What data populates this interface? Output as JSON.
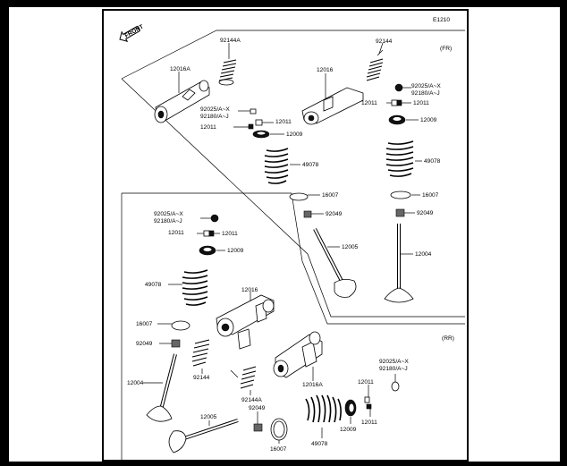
{
  "diagram": {
    "code": "E1210",
    "front_label": "FRONT",
    "section_front": "(FR)",
    "section_rear": "(RR)",
    "callouts": {
      "fr_92144A": "92144A",
      "fr_92144": "92144",
      "fr_12016A": "12016A",
      "fr_12016": "12016",
      "fr_92025_a": "92025/A~X",
      "fr_92180_a": "92180/A~J",
      "fr_12011_a": "12011",
      "fr_12011_b": "12011",
      "fr_12009_a": "12009",
      "fr_49078_a": "49078",
      "fr_16007_a": "16007",
      "fr_92049_a": "92049",
      "fr_12005": "12005",
      "fr_92025_b": "92025/A~X",
      "fr_92180_b": "92180/A~J",
      "fr_12011_c": "12011",
      "fr_12011_d": "12011",
      "fr_12009_b": "12009",
      "fr_49078_b": "49078",
      "fr_16007_b": "16007",
      "fr_92049_b": "92049",
      "fr_12004": "12004",
      "rr_92025_a": "92025/A~X",
      "rr_92180_a": "92180/A~J",
      "rr_12011_a": "12011",
      "rr_12011_b": "12011",
      "rr_12009_a": "12009",
      "rr_49078_a": "49078",
      "rr_16007_a": "16007",
      "rr_92049_a": "92049",
      "rr_12004": "12004",
      "rr_12016": "12016",
      "rr_92144": "92144",
      "rr_92144A": "92144A",
      "rr_12016A": "12016A",
      "rr_12005": "12005",
      "rr_92049_b": "92049",
      "rr_16007_b": "16007",
      "rr_49078_b": "49078",
      "rr_12009_b": "12009",
      "rr_12011_c": "12011",
      "rr_12011_d": "12011",
      "rr_92025_b": "92025/A~X",
      "rr_92180_b": "92180/A~J"
    }
  }
}
